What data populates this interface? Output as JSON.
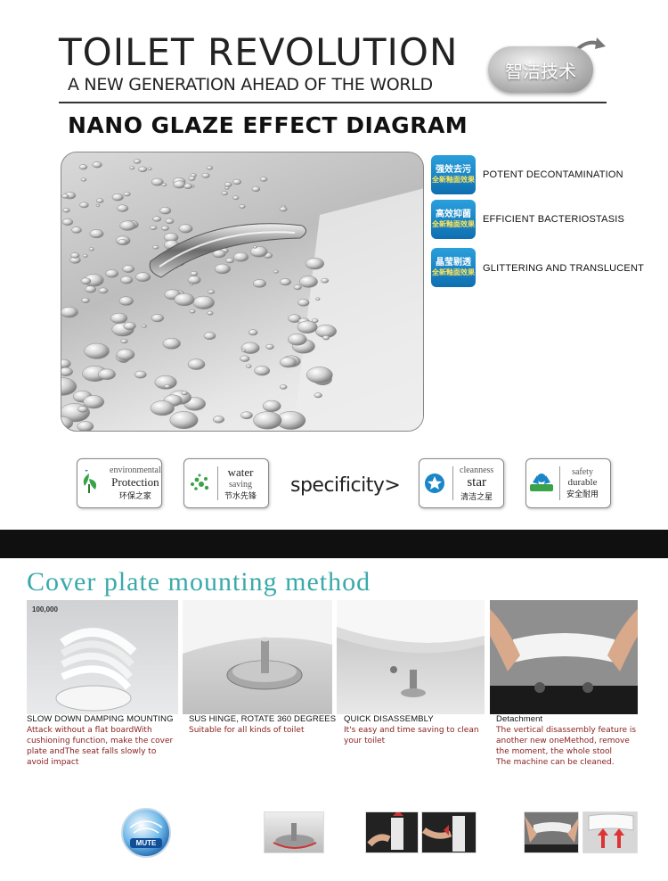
{
  "header": {
    "title": "TOILET REVOLUTION",
    "subtitle": "A NEW GENERATION AHEAD OF THE WORLD",
    "badge": "智洁技术"
  },
  "nano": {
    "title": "NANO GLAZE EFFECT DIAGRAM",
    "features": [
      {
        "icon_top": "强效去污",
        "icon_bottom": "全新釉面效果",
        "label": "POTENT DECONTAMINATION"
      },
      {
        "icon_top": "高效抑菌",
        "icon_bottom": "全新釉面效果",
        "label": "EFFICIENT BACTERIOSTASIS"
      },
      {
        "icon_top": "晶莹剔透",
        "icon_bottom": "全新釉面效果",
        "label": "GLITTERING AND TRANSLUCENT"
      }
    ]
  },
  "specs": {
    "center_label": "specificity>",
    "items": [
      {
        "icon": "plant-leaf-icon",
        "line1": "environmental",
        "line2": "Protection",
        "line3": "环保之家"
      },
      {
        "icon": "water-drops-icon",
        "line1": "water",
        "line2": "saving",
        "line3": "节水先锋"
      },
      {
        "icon": "star-badge-icon",
        "line1": "cleanness",
        "line2": "star",
        "line3": "清洁之星"
      },
      {
        "icon": "safety-shield-icon",
        "line1": "safety",
        "line2": "durable",
        "line3": "安全耐用"
      }
    ]
  },
  "cover": {
    "title": "Cover plate mounting method",
    "photo1_label": "100,000",
    "steps": [
      {
        "head": "SLOW DOWN DAMPING MOUNTING",
        "body": [
          "Attack without a flat boardWith",
          "cushioning function, make the cover",
          "plate andThe seat falls slowly to",
          "avoid impact"
        ]
      },
      {
        "head": "SUS HINGE, ROTATE 360 DEGREES",
        "body": [
          "Suitable for all kinds of toilet"
        ]
      },
      {
        "head": "QUICK DISASSEMBLY",
        "body": [
          "It's easy and time saving to clean",
          "your toilet"
        ]
      },
      {
        "head": "Detachment",
        "body": [
          "The vertical disassembly feature is",
          "another new oneMethod, remove",
          "the moment, the whole stool",
          "The machine can be cleaned."
        ]
      }
    ],
    "mute_label": "MUTE"
  },
  "colors": {
    "teal": "#3aa9ab",
    "feature_blue": "#1a86c8",
    "caption_red": "#8a2020"
  }
}
